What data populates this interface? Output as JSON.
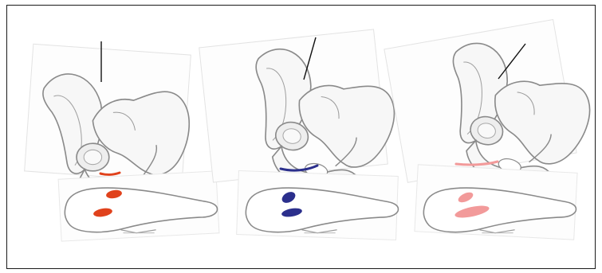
{
  "figure": {
    "panels": [
      {
        "id": "left",
        "highlight_color": "#e0421c"
      },
      {
        "id": "middle",
        "highlight_color": "#2b2f8c"
      },
      {
        "id": "right",
        "highlight_color": "#f29a9a"
      }
    ],
    "line_color": "#8a8a8a",
    "bone_fill": "#f7f7f7",
    "paper_color": "#fdfdfd"
  }
}
